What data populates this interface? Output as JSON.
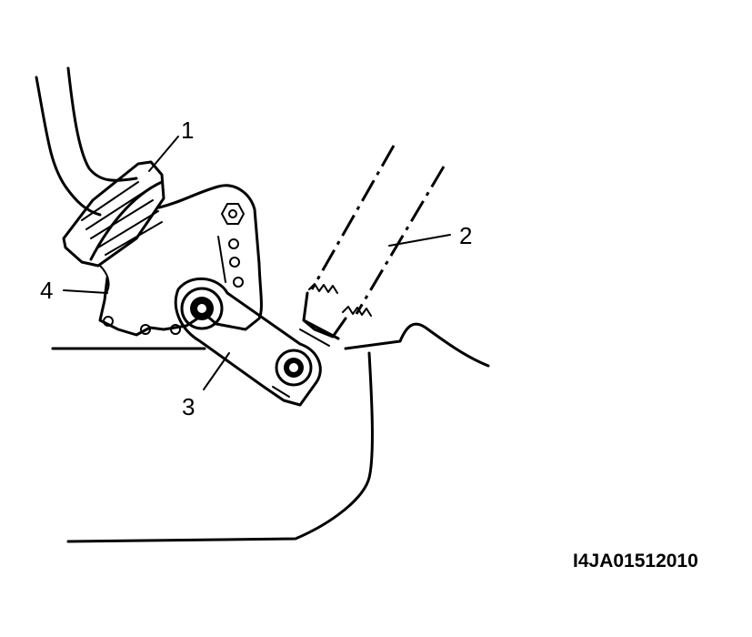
{
  "callouts": {
    "c1": "1",
    "c2": "2",
    "c3": "3",
    "c4": "4"
  },
  "figure_code": "I4JA01512010",
  "colors": {
    "ink": "#000000",
    "paper": "#ffffff"
  }
}
